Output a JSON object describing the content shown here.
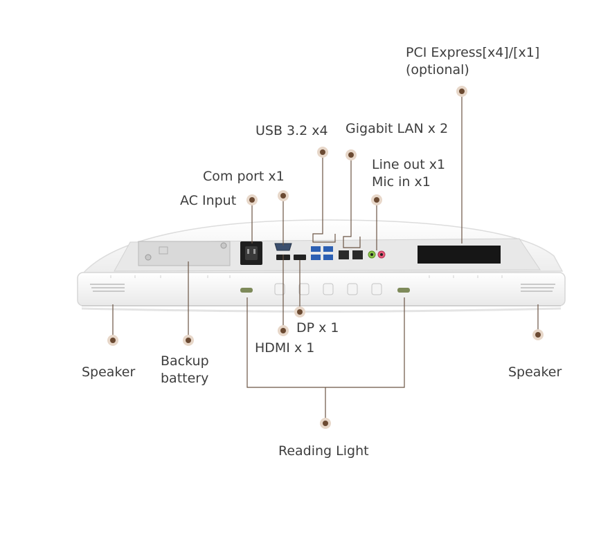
{
  "labels": {
    "pci_line1": "PCI Express[x4]/[x1]",
    "pci_line2": "(optional)",
    "usb": "USB 3.2 x4",
    "lan": "Gigabit LAN x 2",
    "audio_line1": "Line out x1",
    "audio_line2": "Mic in x1",
    "com": "Com port x1",
    "ac": "AC Input",
    "dp": "DP x 1",
    "hdmi": "HDMI x 1",
    "speaker_left": "Speaker",
    "battery_line1": "Backup",
    "battery_line2": "battery",
    "speaker_right": "Speaker",
    "reading_light": "Reading Light"
  },
  "colors": {
    "callout_line": "#6b5444",
    "dot_core": "#6b4a32",
    "dot_ring": "#e7d7c9",
    "label_text": "#3d3d3d",
    "device_body": "#f7f7f7",
    "device_edge": "#d9d9d9"
  }
}
